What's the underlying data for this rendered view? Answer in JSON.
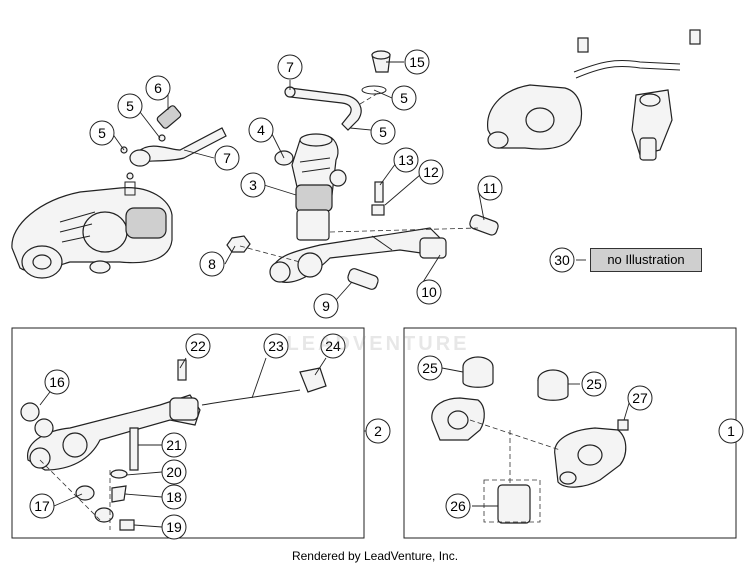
{
  "footer": "Rendered by LeadVenture, Inc.",
  "watermark": "LEADVENTURE",
  "no_illustration_label": "no Illustration",
  "callouts": {
    "c1": "1",
    "c2": "2",
    "c3": "3",
    "c4": "4",
    "c5a": "5",
    "c5b": "5",
    "c5c": "5",
    "c5d": "5",
    "c6": "6",
    "c7a": "7",
    "c7b": "7",
    "c8": "8",
    "c9": "9",
    "c10": "10",
    "c11": "11",
    "c12": "12",
    "c13": "13",
    "c15": "15",
    "c16": "16",
    "c17": "17",
    "c18": "18",
    "c19": "19",
    "c20": "20",
    "c21": "21",
    "c22": "22",
    "c23": "23",
    "c24": "24",
    "c25a": "25",
    "c25b": "25",
    "c26": "26",
    "c27": "27",
    "c30": "30"
  }
}
